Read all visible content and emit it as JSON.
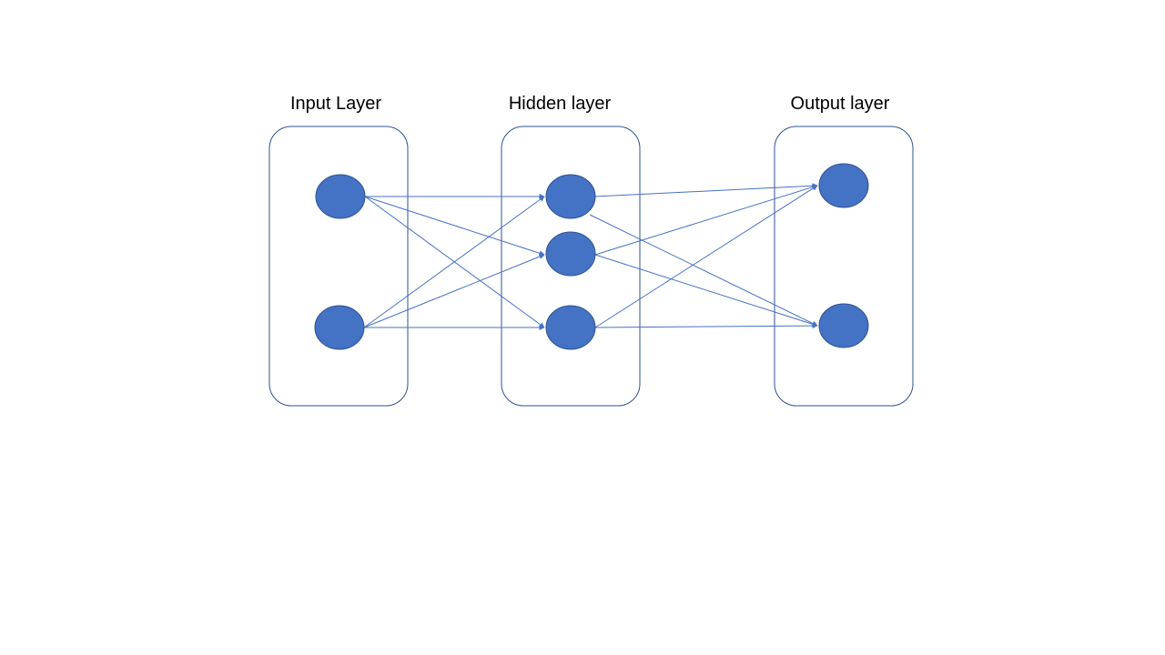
{
  "diagram": {
    "layers": [
      {
        "title": "Input Layer",
        "node_count": 2
      },
      {
        "title": "Hidden layer",
        "node_count": 3
      },
      {
        "title": "Output layer",
        "node_count": 2
      }
    ],
    "connections": "fully-connected",
    "colors": {
      "node_fill": "#4472c4",
      "node_stroke": "#2f528f",
      "edge": "#4472c4",
      "box_stroke": "#2f528f",
      "background": "#ffffff"
    }
  }
}
